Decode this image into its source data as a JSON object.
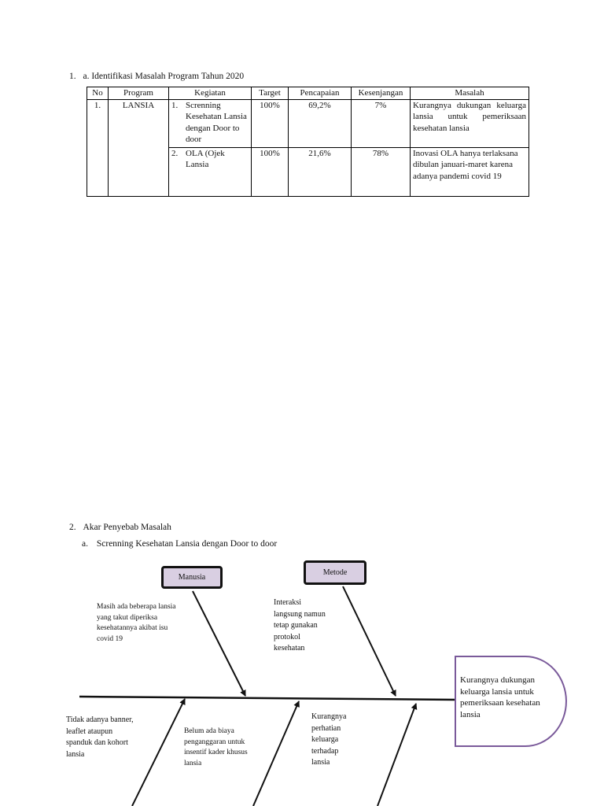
{
  "section1": {
    "number": "1.",
    "title": "a. Identifikasi Masalah Program Tahun 2020",
    "table": {
      "headers": [
        "No",
        "Program",
        "Kegiatan",
        "Target",
        "Pencapaian",
        "Kesenjangan",
        "Masalah"
      ],
      "row": {
        "no": "1.",
        "program": "LANSIA",
        "activities": [
          {
            "number": "1.",
            "kegiatan": "Screnning Kesehatan Lansia dengan Door to door",
            "target": "100%",
            "pencapaian": "69,2%",
            "kesenjangan": "7%",
            "masalah": "Kurangnya dukungan keluarga lansia untuk pemeriksaan kesehatan lansia"
          },
          {
            "number": "2.",
            "kegiatan": "OLA (Ojek Lansia",
            "target": "100%",
            "pencapaian": "21,6%",
            "kesenjangan": "78%",
            "masalah": "Inovasi OLA hanya terlaksana dibulan januari-maret karena adanya pandemi covid 19"
          }
        ]
      }
    }
  },
  "section2": {
    "number": "2.",
    "title": "Akar Penyebab Masalah",
    "sub_letter": "a.",
    "subtitle": "Screnning Kesehatan Lansia dengan Door to door"
  },
  "fishbone": {
    "category_manusia": "Manusia",
    "category_metode": "Metode",
    "head_problem": "Kurangnya dukungan keluarga lansia untuk pemeriksaan kesehatan lansia",
    "cause_manusia": "Masih ada beberapa lansia yang takut diperiksa kesehatannya akibat isu covid 19",
    "cause_metode": "Interaksi langsung namun tetap gunakan protokol kesehatan",
    "cause_media": "Tidak adanya banner, leaflet ataupun spanduk dan kohort lansia",
    "cause_dana": "Belum ada biaya penganggaran untuk insentif kader khusus lansia",
    "cause_keluarga": "Kurangnya perhatian keluarga terhadap lansia",
    "colors": {
      "box_fill": "#d9cfe2",
      "head_border": "#7a5a9a"
    }
  }
}
